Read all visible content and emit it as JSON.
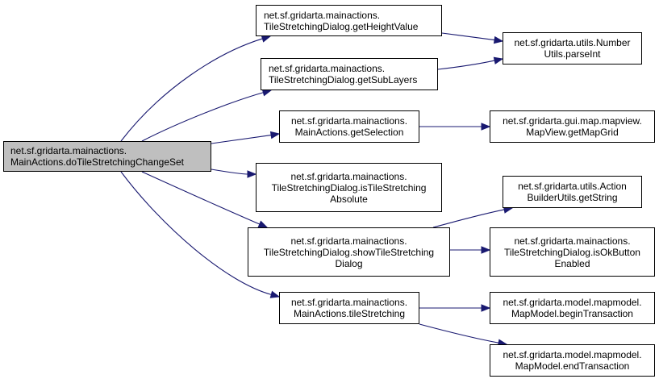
{
  "diagram": {
    "type": "call-graph",
    "colors": {
      "edge": "#191970",
      "root_fill": "#bfbfbf",
      "node_fill": "#ffffff",
      "border": "#000000"
    },
    "nodes": [
      {
        "id": "root",
        "lines": [
          "net.sf.gridarta.mainactions.",
          "MainActions.doTileStretchingChangeSet"
        ],
        "root": true
      },
      {
        "id": "getHeightValue",
        "lines": [
          "net.sf.gridarta.mainactions.",
          "TileStretchingDialog.getHeightValue"
        ]
      },
      {
        "id": "getSubLayers",
        "lines": [
          "net.sf.gridarta.mainactions.",
          "TileStretchingDialog.getSubLayers"
        ]
      },
      {
        "id": "getSelection",
        "lines": [
          "net.sf.gridarta.mainactions.",
          "MainActions.getSelection"
        ]
      },
      {
        "id": "isTileStretchingAbsolute",
        "lines": [
          "net.sf.gridarta.mainactions.",
          "TileStretchingDialog.isTileStretching",
          "Absolute"
        ]
      },
      {
        "id": "showTileStretchingDialog",
        "lines": [
          "net.sf.gridarta.mainactions.",
          "TileStretchingDialog.showTileStretching",
          "Dialog"
        ]
      },
      {
        "id": "tileStretching",
        "lines": [
          "net.sf.gridarta.mainactions.",
          "MainActions.tileStretching"
        ]
      },
      {
        "id": "parseInt",
        "lines": [
          "net.sf.gridarta.utils.Number",
          "Utils.parseInt"
        ]
      },
      {
        "id": "getMapGrid",
        "lines": [
          "net.sf.gridarta.gui.map.mapview.",
          "MapView.getMapGrid"
        ]
      },
      {
        "id": "getString",
        "lines": [
          "net.sf.gridarta.utils.Action",
          "BuilderUtils.getString"
        ]
      },
      {
        "id": "isOkButtonEnabled",
        "lines": [
          "net.sf.gridarta.mainactions.",
          "TileStretchingDialog.isOkButton",
          "Enabled"
        ]
      },
      {
        "id": "beginTransaction",
        "lines": [
          "net.sf.gridarta.model.mapmodel.",
          "MapModel.beginTransaction"
        ]
      },
      {
        "id": "endTransaction",
        "lines": [
          "net.sf.gridarta.model.mapmodel.",
          "MapModel.endTransaction"
        ]
      }
    ],
    "edges": [
      {
        "from": "root",
        "to": "getHeightValue"
      },
      {
        "from": "root",
        "to": "getSubLayers"
      },
      {
        "from": "root",
        "to": "getSelection"
      },
      {
        "from": "root",
        "to": "isTileStretchingAbsolute"
      },
      {
        "from": "root",
        "to": "showTileStretchingDialog"
      },
      {
        "from": "root",
        "to": "tileStretching"
      },
      {
        "from": "getHeightValue",
        "to": "parseInt"
      },
      {
        "from": "getSubLayers",
        "to": "parseInt"
      },
      {
        "from": "getSelection",
        "to": "getMapGrid"
      },
      {
        "from": "showTileStretchingDialog",
        "to": "getString"
      },
      {
        "from": "showTileStretchingDialog",
        "to": "isOkButtonEnabled"
      },
      {
        "from": "tileStretching",
        "to": "beginTransaction"
      },
      {
        "from": "tileStretching",
        "to": "endTransaction"
      }
    ]
  }
}
